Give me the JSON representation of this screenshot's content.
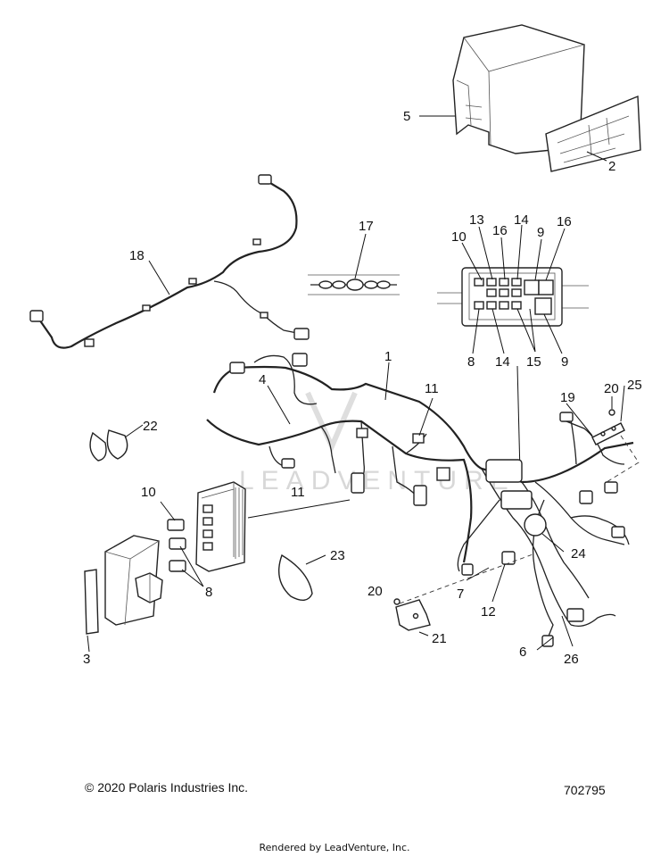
{
  "watermark": "LEADVENTURE",
  "callouts": {
    "c1": "1",
    "c2": "2",
    "c3": "3",
    "c4": "4",
    "c5": "5",
    "c6": "6",
    "c7": "7",
    "c8a": "8",
    "c8b": "8",
    "c9a": "9",
    "c9b": "9",
    "c10a": "10",
    "c10b": "10",
    "c11a": "11",
    "c11b": "11",
    "c12": "12",
    "c13": "13",
    "c14a": "14",
    "c14b": "14",
    "c15": "15",
    "c16a": "16",
    "c16b": "16",
    "c17": "17",
    "c18": "18",
    "c19": "19",
    "c20a": "20",
    "c20b": "20",
    "c21": "21",
    "c22": "22",
    "c23": "23",
    "c24": "24",
    "c25": "25",
    "c26": "26"
  },
  "footer": {
    "copyright": "© 2020 Polaris Industries Inc.",
    "diagram_number": "702795",
    "rendered_by": "Rendered by LeadVenture, Inc."
  }
}
